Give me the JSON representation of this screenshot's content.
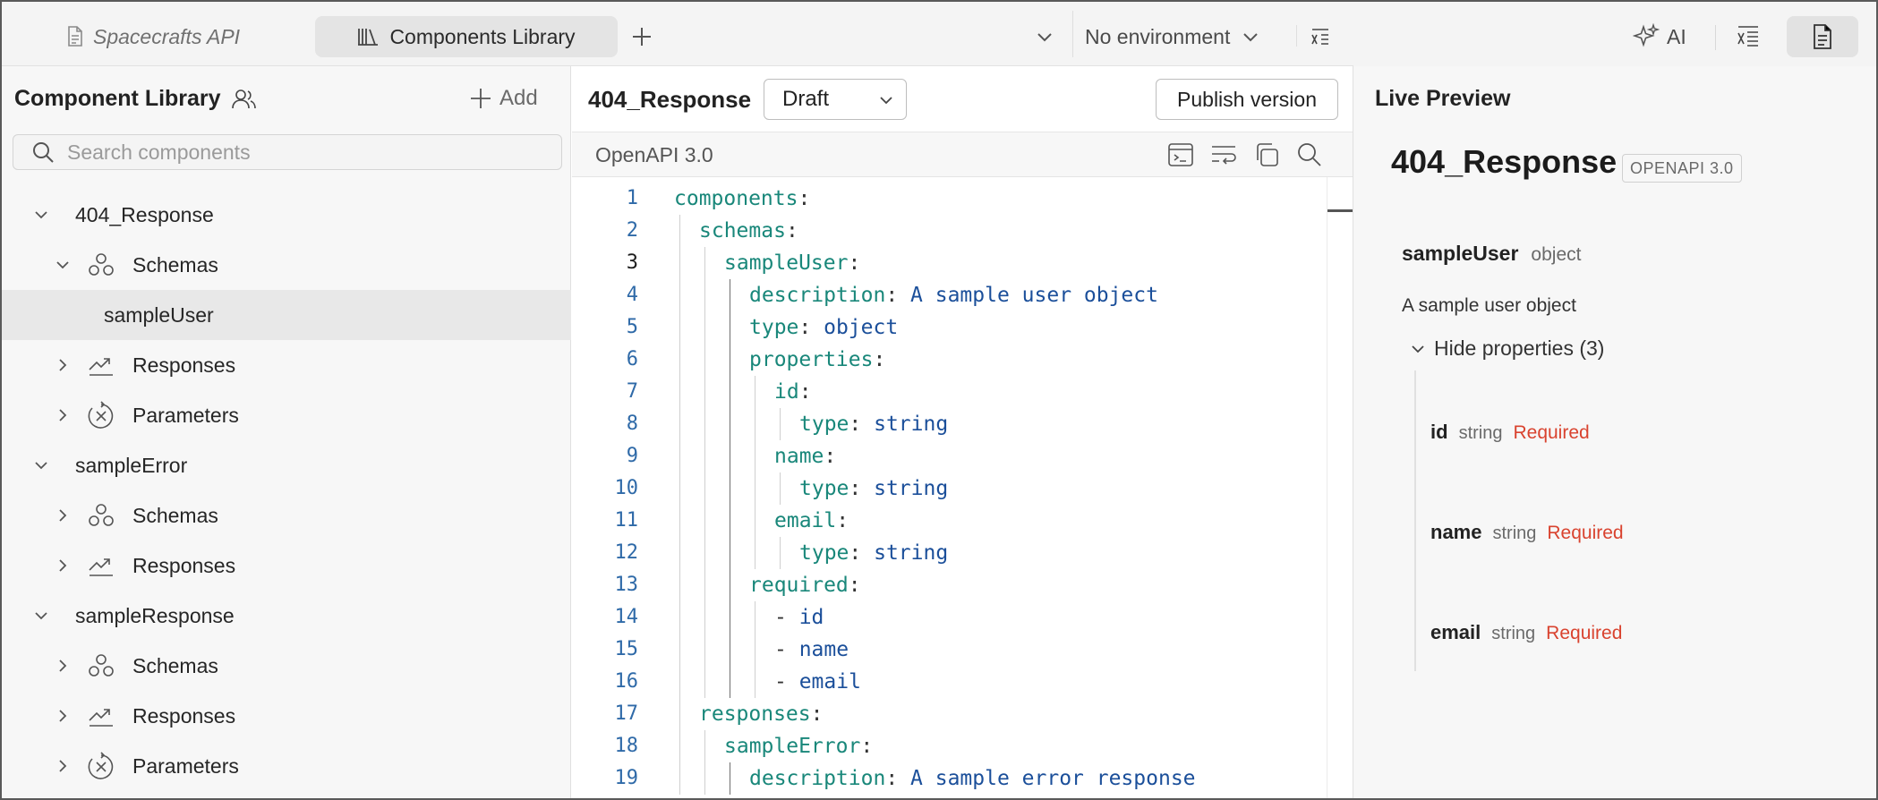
{
  "tabs": {
    "inactive_label": "Spacecrafts API",
    "active_label": "Components Library",
    "environment_label": "No environment"
  },
  "topbar": {
    "ai_label": "AI"
  },
  "sidebar": {
    "title": "Component Library",
    "add_label": "Add",
    "search_placeholder": "Search components",
    "tree": [
      {
        "label": "404_Response",
        "level": 0,
        "expanded": true,
        "icon": "none"
      },
      {
        "label": "Schemas",
        "level": 1,
        "expanded": true,
        "icon": "schemas-icon"
      },
      {
        "label": "sampleUser",
        "level": 2,
        "selected": true,
        "icon": "none"
      },
      {
        "label": "Responses",
        "level": 1,
        "expanded": false,
        "icon": "responses-icon"
      },
      {
        "label": "Parameters",
        "level": 1,
        "expanded": false,
        "icon": "parameters-icon"
      },
      {
        "label": "sampleError",
        "level": 0,
        "expanded": true,
        "icon": "none"
      },
      {
        "label": "Schemas",
        "level": 1,
        "expanded": false,
        "icon": "schemas-icon"
      },
      {
        "label": "Responses",
        "level": 1,
        "expanded": false,
        "icon": "responses-icon"
      },
      {
        "label": "sampleResponse",
        "level": 0,
        "expanded": true,
        "icon": "none"
      },
      {
        "label": "Schemas",
        "level": 1,
        "expanded": false,
        "icon": "schemas-icon"
      },
      {
        "label": "Responses",
        "level": 1,
        "expanded": false,
        "icon": "responses-icon"
      },
      {
        "label": "Parameters",
        "level": 1,
        "expanded": false,
        "icon": "parameters-icon"
      }
    ]
  },
  "editor": {
    "title": "404_Response",
    "status": "Draft",
    "publish_label": "Publish version",
    "language": "OpenAPI 3.0",
    "current_line": 3,
    "lines": [
      {
        "n": 1,
        "indent": 0,
        "dash": false,
        "key": "components",
        "value": ""
      },
      {
        "n": 2,
        "indent": 1,
        "dash": false,
        "key": "schemas",
        "value": ""
      },
      {
        "n": 3,
        "indent": 2,
        "dash": false,
        "key": "sampleUser",
        "value": ""
      },
      {
        "n": 4,
        "indent": 3,
        "dash": false,
        "key": "description",
        "value": "A sample user object"
      },
      {
        "n": 5,
        "indent": 3,
        "dash": false,
        "key": "type",
        "value": "object"
      },
      {
        "n": 6,
        "indent": 3,
        "dash": false,
        "key": "properties",
        "value": ""
      },
      {
        "n": 7,
        "indent": 4,
        "dash": false,
        "key": "id",
        "value": ""
      },
      {
        "n": 8,
        "indent": 5,
        "dash": false,
        "key": "type",
        "value": "string"
      },
      {
        "n": 9,
        "indent": 4,
        "dash": false,
        "key": "name",
        "value": ""
      },
      {
        "n": 10,
        "indent": 5,
        "dash": false,
        "key": "type",
        "value": "string"
      },
      {
        "n": 11,
        "indent": 4,
        "dash": false,
        "key": "email",
        "value": ""
      },
      {
        "n": 12,
        "indent": 5,
        "dash": false,
        "key": "type",
        "value": "string"
      },
      {
        "n": 13,
        "indent": 3,
        "dash": false,
        "key": "required",
        "value": ""
      },
      {
        "n": 14,
        "indent": 4,
        "dash": true,
        "key": "",
        "value": "id"
      },
      {
        "n": 15,
        "indent": 4,
        "dash": true,
        "key": "",
        "value": "name"
      },
      {
        "n": 16,
        "indent": 4,
        "dash": true,
        "key": "",
        "value": "email"
      },
      {
        "n": 17,
        "indent": 1,
        "dash": false,
        "key": "responses",
        "value": ""
      },
      {
        "n": 18,
        "indent": 2,
        "dash": false,
        "key": "sampleError",
        "value": ""
      },
      {
        "n": 19,
        "indent": 3,
        "dash": false,
        "key": "description",
        "value": "A sample error response"
      }
    ]
  },
  "preview": {
    "title": "Live Preview",
    "component_name": "404_Response",
    "badge": "OPENAPI 3.0",
    "schema_name": "sampleUser",
    "schema_type": "object",
    "schema_description": "A sample user object",
    "toggle_label": "Hide properties (3)",
    "properties": [
      {
        "name": "id",
        "type": "string",
        "required": "Required"
      },
      {
        "name": "name",
        "type": "string",
        "required": "Required"
      },
      {
        "name": "email",
        "type": "string",
        "required": "Required"
      }
    ]
  },
  "colors": {
    "key": "#19877a",
    "value": "#1b4f9a",
    "line_number": "#2f6aa8",
    "required": "#d9432f"
  }
}
